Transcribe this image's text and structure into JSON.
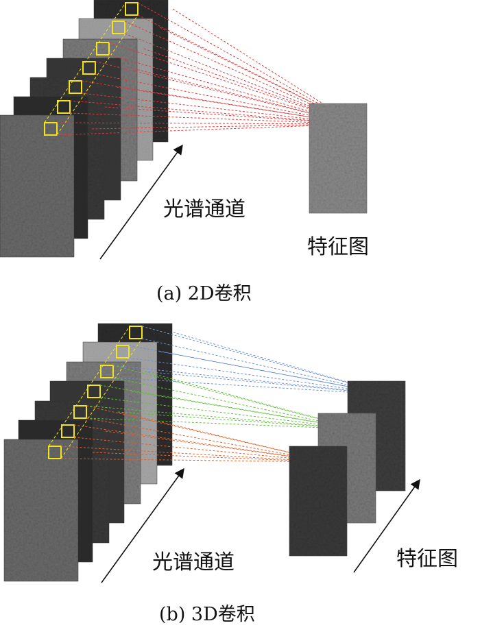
{
  "panel_a": {
    "caption": "(a) 2D卷积",
    "axis_label": "光谱通道",
    "output_label": "特征图",
    "link_color": "#e03a3a"
  },
  "panel_b": {
    "caption": "(b) 3D卷积",
    "axis_label": "光谱通道",
    "output_label": "特征图",
    "link_colors": [
      "#6a8fd6",
      "#5fbf3a",
      "#e0612a"
    ]
  },
  "colors": {
    "kernel_box": "#f2e61a",
    "arrow": "#111111"
  }
}
